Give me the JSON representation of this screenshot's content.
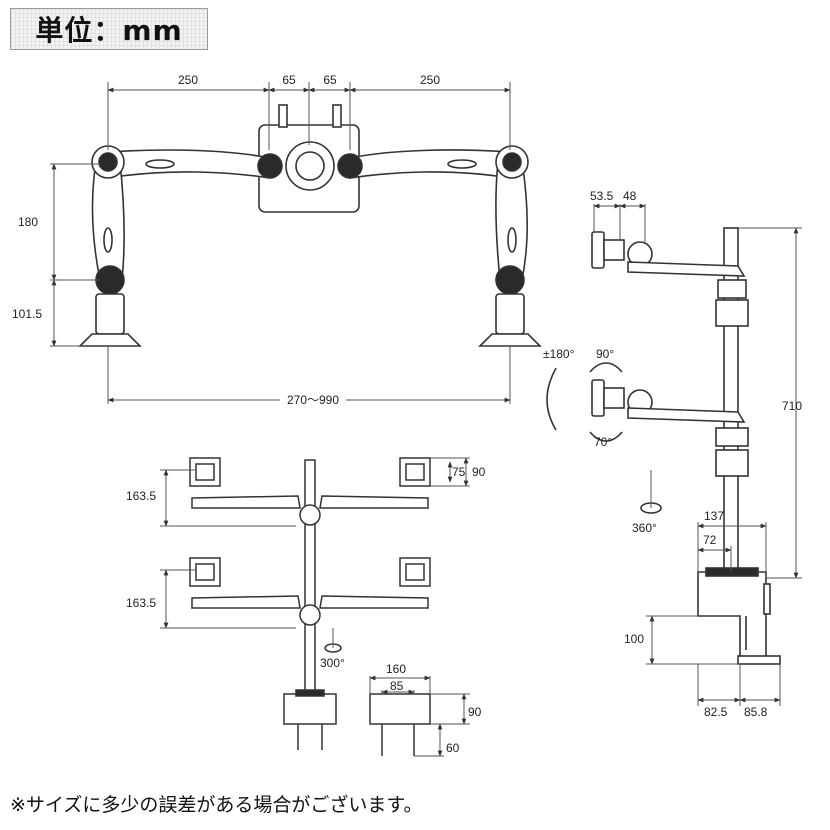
{
  "unit_label": "単位：mm",
  "front_view": {
    "dim_left_arm": "250",
    "dim_left_center": "65",
    "dim_right_center": "65",
    "dim_right_arm": "250",
    "dim_arm_height": "180",
    "dim_base_height": "101.5",
    "dim_span": "270〜990"
  },
  "side_view": {
    "dim_plate_offset": "53.5",
    "dim_plate_depth": "48",
    "tilt_range": "±180°",
    "tilt_up": "90°",
    "tilt_down": "70°",
    "pole_height": "710",
    "rotation": "360°",
    "clamp_width": "137",
    "clamp_pole_offset": "72",
    "clamp_height": "100",
    "clamp_front": "82.5",
    "clamp_back": "85.8"
  },
  "quad_view": {
    "dim_upper_height": "163.5",
    "dim_lower_height": "163.5",
    "vesa_small": "75",
    "vesa_large": "90",
    "rotation": "300°"
  },
  "clamp_detail": {
    "dim_width": "160",
    "dim_inner": "85",
    "dim_height": "90",
    "dim_depth": "60"
  },
  "footnote": "※サイズに多少の誤差がある場合がございます。",
  "colors": {
    "line": "#333333",
    "fill": "#ffffff",
    "dark": "#2a2a2a"
  }
}
